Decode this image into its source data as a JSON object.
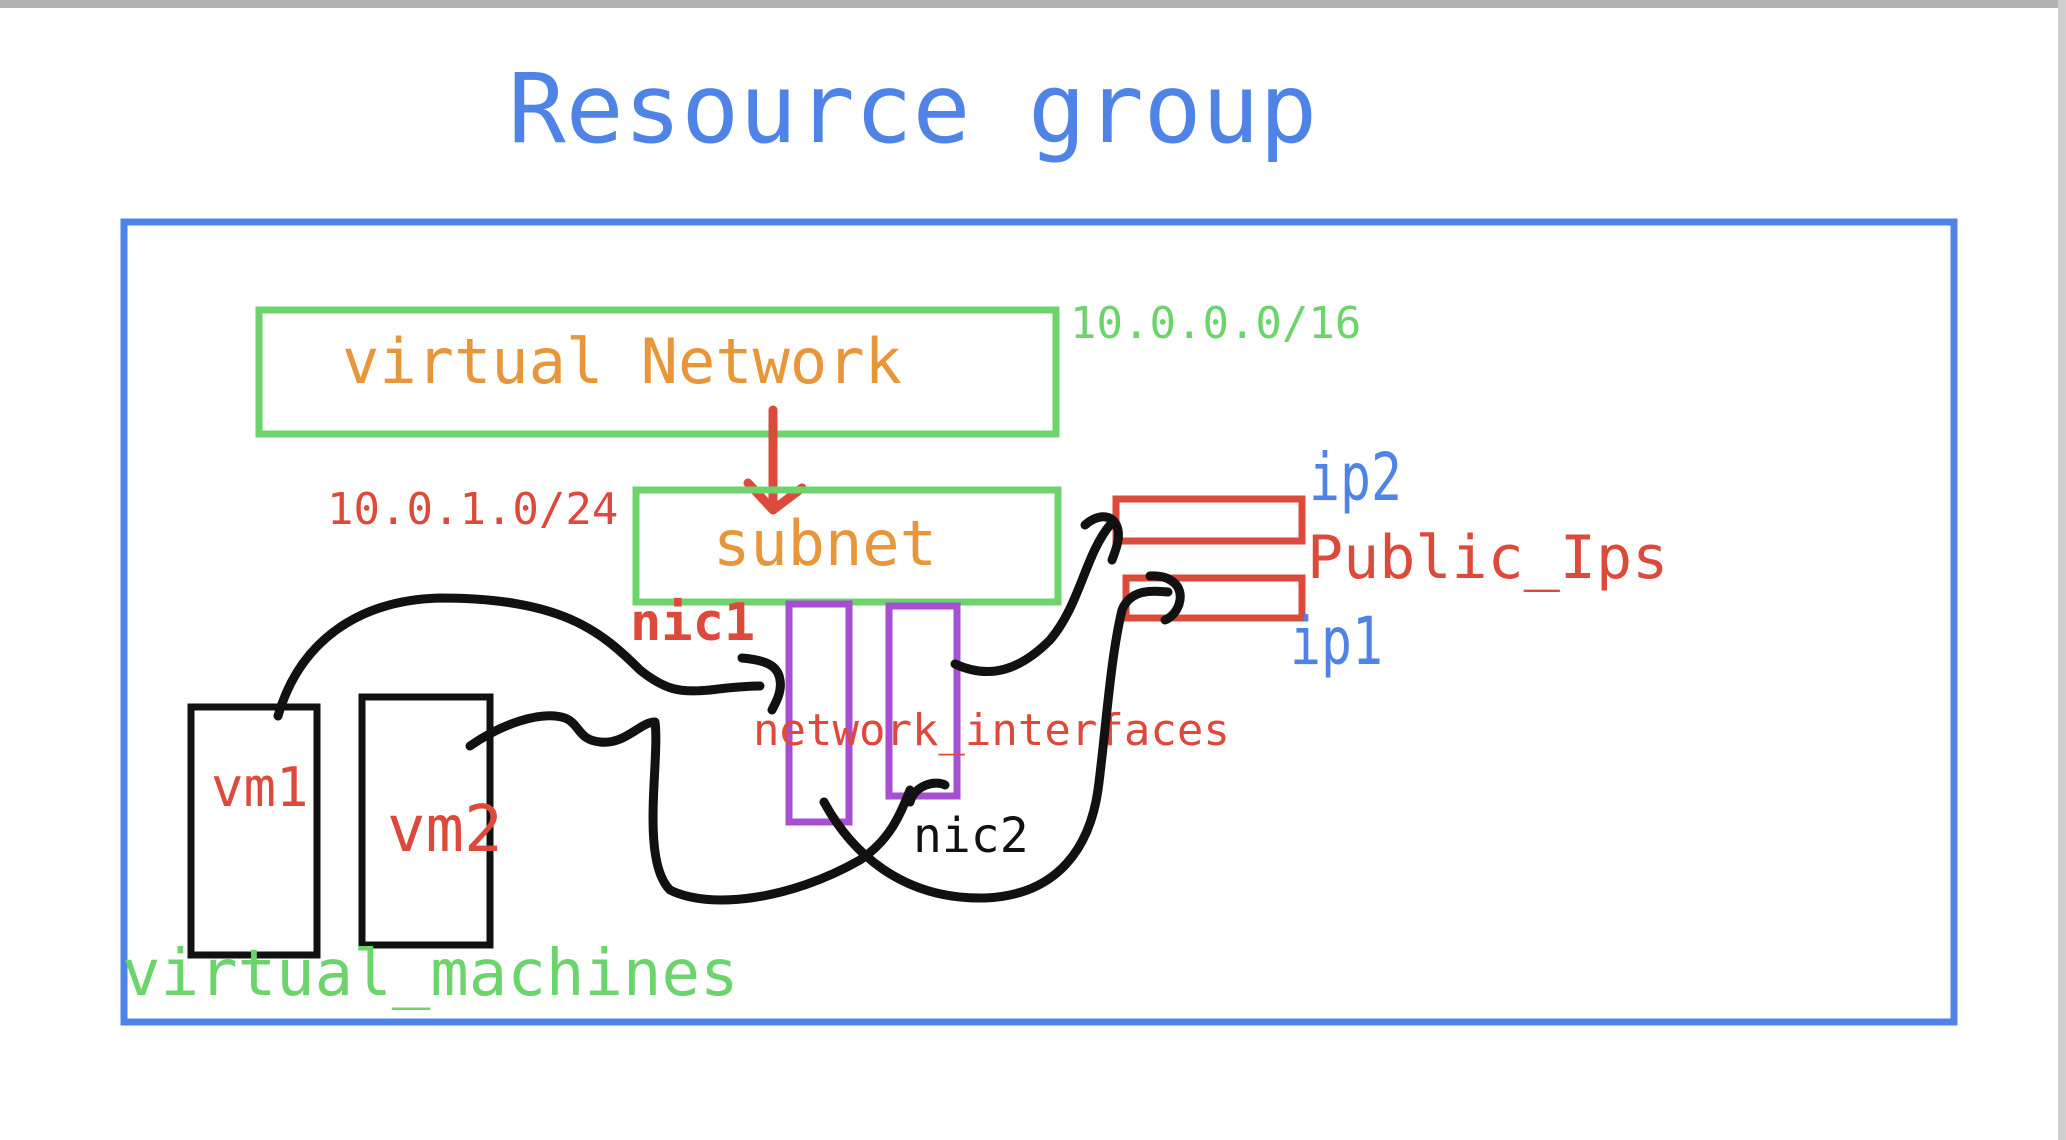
{
  "title": "Resource group",
  "vnet": {
    "label": "virtual Network",
    "cidr": "10.0.0.0/16"
  },
  "subnet": {
    "label": "subnet",
    "cidr": "10.0.1.0/24"
  },
  "public_ips": {
    "label": "Public_Ips",
    "ip2": "ip2",
    "ip1": "ip1"
  },
  "network_interfaces": {
    "label": "network_interfaces",
    "nic1": "nic1",
    "nic2": "nic2"
  },
  "virtual_machines": {
    "label": "virtual_machines",
    "vm1": "vm1",
    "vm2": "vm2"
  },
  "colors": {
    "blue": "#5083e6",
    "green": "#6bd46b",
    "orange": "#e8963a",
    "red": "#dc4a3c",
    "purple": "#a64fd1",
    "black": "#111111",
    "edge": "#b3b3b3"
  }
}
